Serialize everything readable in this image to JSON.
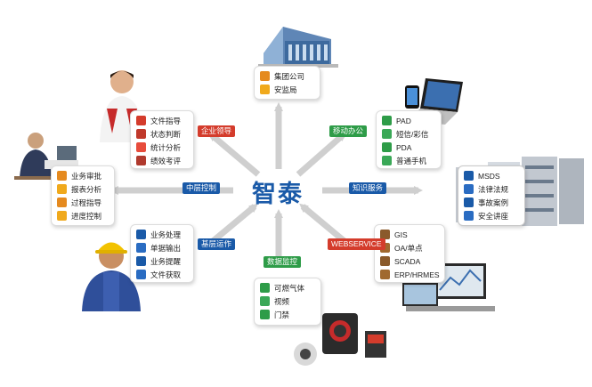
{
  "center_title": "智泰",
  "colors": {
    "arrow": "#cfcfcf",
    "title": "#1a5aa8",
    "tag_red": "#d43c2c",
    "tag_blue": "#1a5aa8"
  },
  "nodes": {
    "top": {
      "items": [
        {
          "label": "集团公司",
          "icon": "building-icon"
        },
        {
          "label": "安监局",
          "icon": "house-icon"
        }
      ]
    },
    "enterprise": {
      "tag": "企业领导",
      "items": [
        {
          "label": "文件指导",
          "icon": "document-icon"
        },
        {
          "label": "状态判断",
          "icon": "report-icon"
        },
        {
          "label": "统计分析",
          "icon": "chart-icon"
        },
        {
          "label": "绩效考评",
          "icon": "flag-icon"
        }
      ]
    },
    "mobile": {
      "tag": "移动办公",
      "items": [
        {
          "label": "PAD",
          "icon": "tablet-icon"
        },
        {
          "label": "短信/彩信",
          "icon": "mail-icon"
        },
        {
          "label": "PDA",
          "icon": "pda-icon"
        },
        {
          "label": "普通手机",
          "icon": "phone-icon"
        }
      ]
    },
    "middle": {
      "tag": "中层控制",
      "items": [
        {
          "label": "业务审批",
          "icon": "folder-icon"
        },
        {
          "label": "报表分析",
          "icon": "table-icon"
        },
        {
          "label": "过程指导",
          "icon": "bulb-icon"
        },
        {
          "label": "进度控制",
          "icon": "progress-icon"
        }
      ]
    },
    "knowledge": {
      "tag": "知识服务",
      "items": [
        {
          "label": "MSDS",
          "icon": "book-icon"
        },
        {
          "label": "法律法规",
          "icon": "law-icon"
        },
        {
          "label": "事故案例",
          "icon": "case-icon"
        },
        {
          "label": "安全讲座",
          "icon": "cup-icon"
        }
      ]
    },
    "base": {
      "tag": "基层运作",
      "items": [
        {
          "label": "业务处理",
          "icon": "task-icon"
        },
        {
          "label": "单据输出",
          "icon": "list-icon"
        },
        {
          "label": "业务提醒",
          "icon": "clock-icon"
        },
        {
          "label": "文件获取",
          "icon": "file-icon"
        }
      ]
    },
    "webservice": {
      "tag": "WEBSERVICE",
      "items": [
        {
          "label": "GIS",
          "icon": "globe-icon"
        },
        {
          "label": "OA/单点",
          "icon": "network-icon"
        },
        {
          "label": "SCADA",
          "icon": "camera-icon"
        },
        {
          "label": "ERP/HRMES",
          "icon": "sliders-icon"
        }
      ]
    },
    "monitor": {
      "tag": "数据监控",
      "items": [
        {
          "label": "可燃气体",
          "icon": "gas-icon"
        },
        {
          "label": "视频",
          "icon": "video-icon"
        },
        {
          "label": "门禁",
          "icon": "key-icon"
        }
      ]
    }
  }
}
